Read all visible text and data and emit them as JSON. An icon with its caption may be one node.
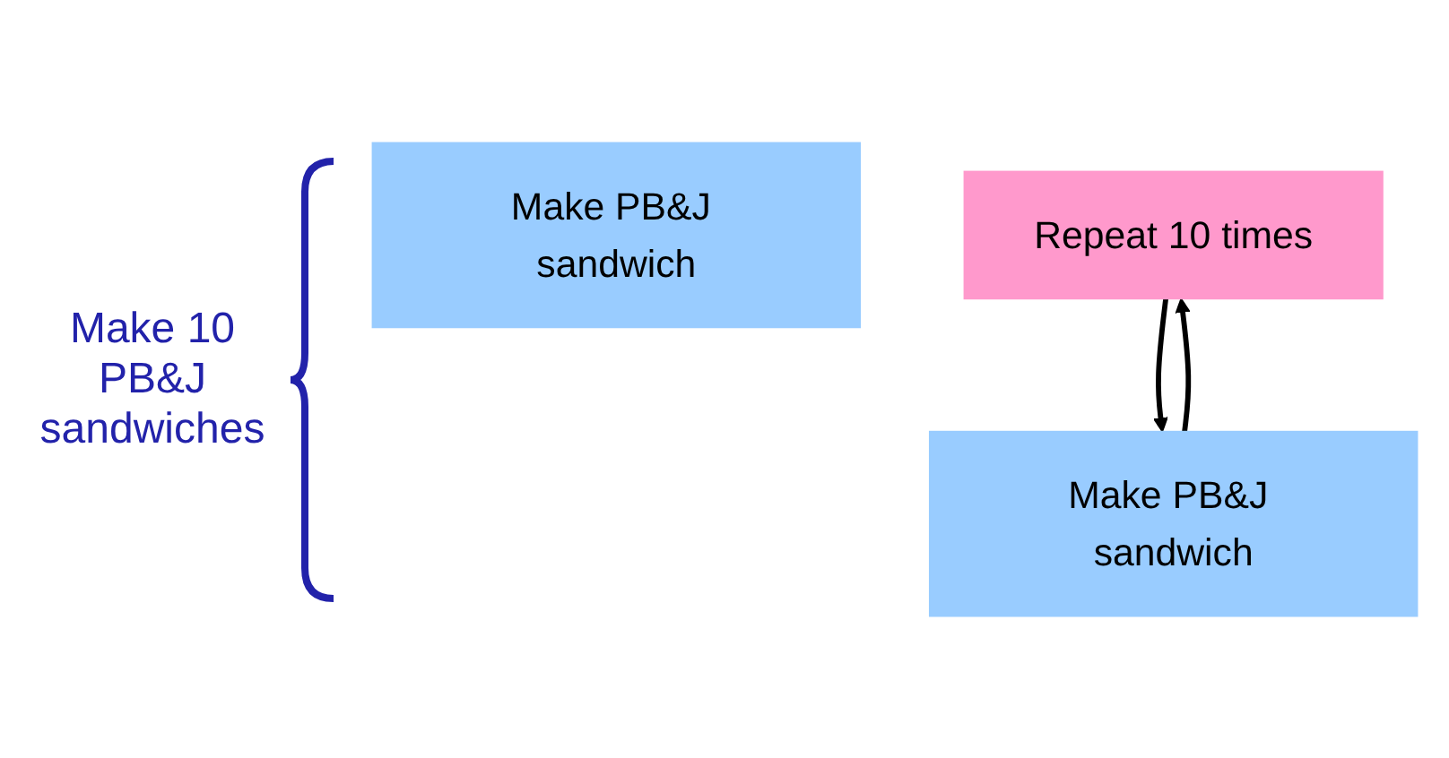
{
  "diagram": {
    "nodes": [
      {
        "text": [
          "Make PB&J sandwich"
        ]
      },
      {
        "text": [
          "Repeat 10 times"
        ]
      },
      {
        "text": [
          "Make PB&J sandwich"
        ]
      }
    ],
    "edges": [
      {
        "from": 1,
        "to": 2,
        "arrow": "to"
      },
      {
        "from": 2,
        "to": 1,
        "arrow": "to"
      }
    ],
    "labels": [
      "Make 10 PB&J sandwiches"
    ]
  }
}
